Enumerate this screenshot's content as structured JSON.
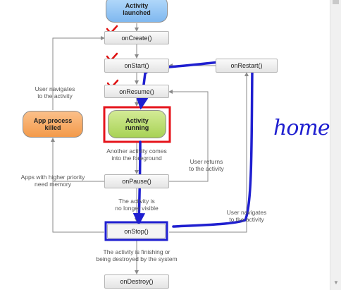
{
  "nodes": {
    "activity_launched": "Activity\nlaunched",
    "on_create": "onCreate()",
    "on_start": "onStart()",
    "on_restart": "onRestart()",
    "on_resume": "onResume()",
    "activity_running": "Activity\nrunning",
    "app_process_killed": "App process\nkilled",
    "on_pause": "onPause()",
    "on_stop": "onStop()",
    "on_destroy": "onDestroy()"
  },
  "notes": {
    "user_navigates_to_activity_left": "User navigates\nto the activity",
    "another_activity_foreground": "Another activity comes\ninto the foreground",
    "user_returns": "User returns\nto the activity",
    "apps_higher_priority": "Apps with higher priority\nneed memory",
    "no_longer_visible": "The activity is\nno longer visible",
    "user_navigates_to_activity_right": "User navigates\nto the activity",
    "finishing_or_destroyed": "The activity is finishing or\nbeing destroyed by the system"
  },
  "annotation": {
    "handwritten_word": "home"
  },
  "colors": {
    "launched_fill": "#8ec5f5",
    "running_fill": "#b9dc6c",
    "killed_fill": "#f7a860",
    "highlight_red": "#e5141c",
    "annotation_blue": "#1f1fd0",
    "checkmark_red": "#e01010",
    "connector_gray": "#8a8a8a"
  },
  "icons": {
    "checkmark": "checkmark-icon",
    "arrowhead": "arrowhead-icon"
  }
}
